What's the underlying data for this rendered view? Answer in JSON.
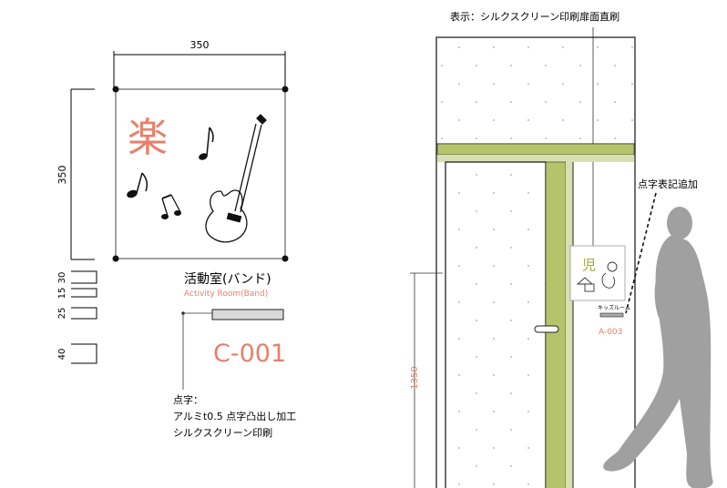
{
  "sign": {
    "width_dim": "350",
    "height_dim": "350",
    "kanji": "楽",
    "title_jp": "活動室(バンド)",
    "title_en": "Activity Room(Band)",
    "code": "C-001",
    "row_dims": [
      "30",
      "15",
      "25",
      "40"
    ]
  },
  "braille_note": {
    "line1": "点字：",
    "line2": "アルミt0.5 点字凸出し加工",
    "line3": "シルクスクリーン印刷"
  },
  "door": {
    "top_note": "表示：シルクスクリーン印刷扉面直刷",
    "braille_added": "点字表記追加",
    "height_dim": "1350",
    "small_sign_kanji": "児",
    "small_sign_label": "キッズルーム",
    "small_sign_code": "A-003"
  },
  "colors": {
    "accent": "#e8806a",
    "green": "#b5c46a",
    "green_light": "#d8dfb0",
    "silhouette": "#a0a0a0"
  }
}
